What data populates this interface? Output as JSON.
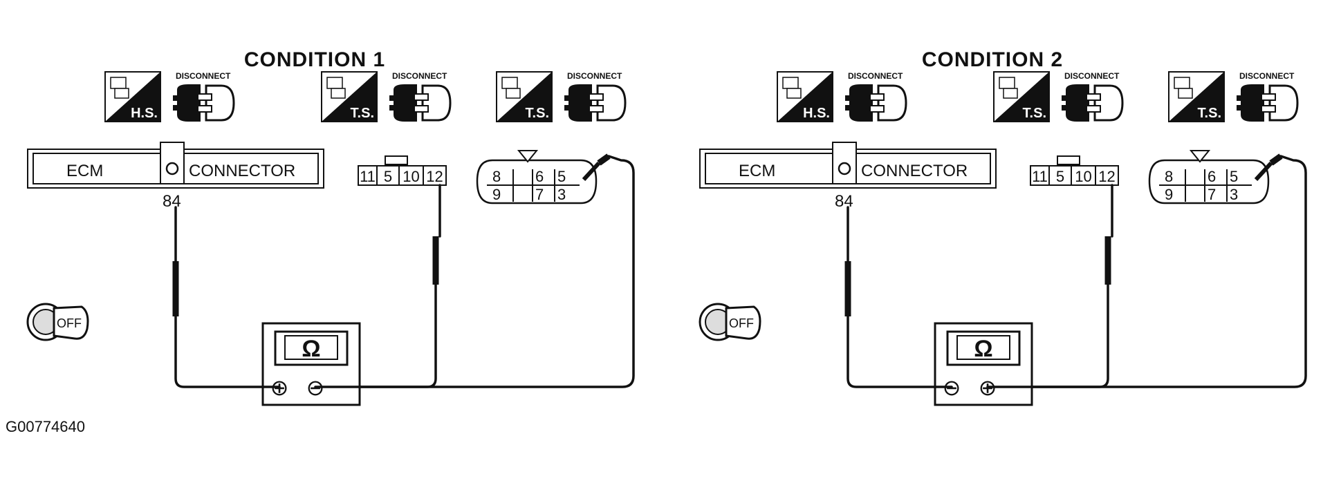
{
  "figure_id": "G00774640",
  "conditions": [
    {
      "title": "CONDITION 1",
      "steps": [
        {
          "icon": "hs-icon",
          "code": "H.S.",
          "action": "DISCONNECT"
        },
        {
          "icon": "ts-icon",
          "code": "T.S.",
          "action": "DISCONNECT"
        },
        {
          "icon": "ts-icon",
          "code": "T.S.",
          "action": "DISCONNECT"
        }
      ],
      "ecm": {
        "label": "ECM",
        "connector_label": "CONNECTOR",
        "pin": "84"
      },
      "connector_a_pins": [
        "11",
        "5",
        "10",
        "12"
      ],
      "connector_b_pins": [
        "8",
        "6",
        "5",
        "9",
        "7",
        "3"
      ],
      "ignition": "OFF",
      "meter": {
        "symbol": "Ω",
        "left_terminal": "⊕",
        "right_terminal": "⊖"
      }
    },
    {
      "title": "CONDITION 2",
      "steps": [
        {
          "icon": "hs-icon",
          "code": "H.S.",
          "action": "DISCONNECT"
        },
        {
          "icon": "ts-icon",
          "code": "T.S.",
          "action": "DISCONNECT"
        },
        {
          "icon": "ts-icon",
          "code": "T.S.",
          "action": "DISCONNECT"
        }
      ],
      "ecm": {
        "label": "ECM",
        "connector_label": "CONNECTOR",
        "pin": "84"
      },
      "connector_a_pins": [
        "11",
        "5",
        "10",
        "12"
      ],
      "connector_b_pins": [
        "8",
        "6",
        "5",
        "9",
        "7",
        "3"
      ],
      "ignition": "OFF",
      "meter": {
        "symbol": "Ω",
        "left_terminal": "⊖",
        "right_terminal": "⊕"
      }
    }
  ]
}
